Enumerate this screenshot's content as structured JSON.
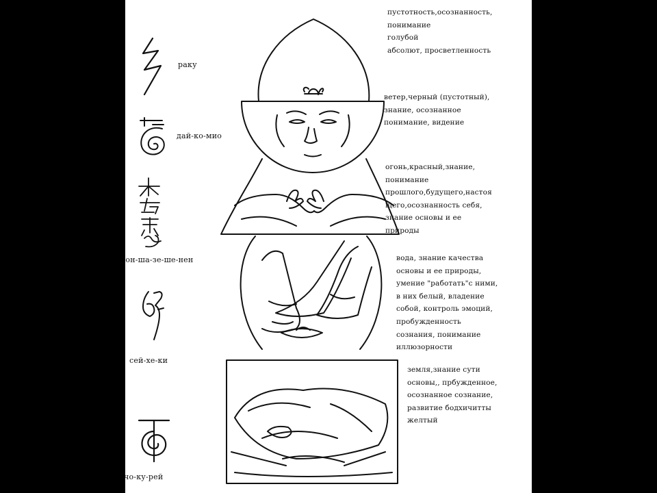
{
  "colors": {
    "outer_background": "#000000",
    "page_background": "#ffffff",
    "ink": "#111111"
  },
  "symbols": [
    {
      "icon": "raku-symbol-icon",
      "label": "раку"
    },
    {
      "icon": "dai-ko-mio-symbol-icon",
      "label": "дай-ко-мио"
    },
    {
      "icon": "hon-sha-ze-sho-nen-symbol-icon",
      "label": "хон-ша-зе-ше-нен"
    },
    {
      "icon": "sei-he-ki-symbol-icon",
      "label": "сей-хе-ки"
    },
    {
      "icon": "cho-ku-rei-symbol-icon",
      "label": "чо-ку-рей"
    }
  ],
  "figure": {
    "icon": "meditating-buddha-elements-icon"
  },
  "notes": [
    {
      "text": "пустотность,осознанность,\nпонимание\nголубой\nабсолют, просветленность"
    },
    {
      "text": "ветер,черный (пустотный),\nзнание, осознанное\nпонимание, видение"
    },
    {
      "text": "огонь,красный,знание,\nпонимание\nпрошлого,будущего,настоя\nщего,осознанность себя,\nзнание основы и ее\nприроды"
    },
    {
      "text": "вода, знание качества\nосновы и ее природы,\nумение \"работать\"с ними,\nв них белый, владение\nсобой, контроль эмоций,\nпробужденность\nсознания, понимание\nиллюзорности"
    },
    {
      "text": "земля,знание сути\nосновы,, прбужденное,\nосознанное сознание,\nразвитие бодхичитты\nжелтый"
    }
  ]
}
